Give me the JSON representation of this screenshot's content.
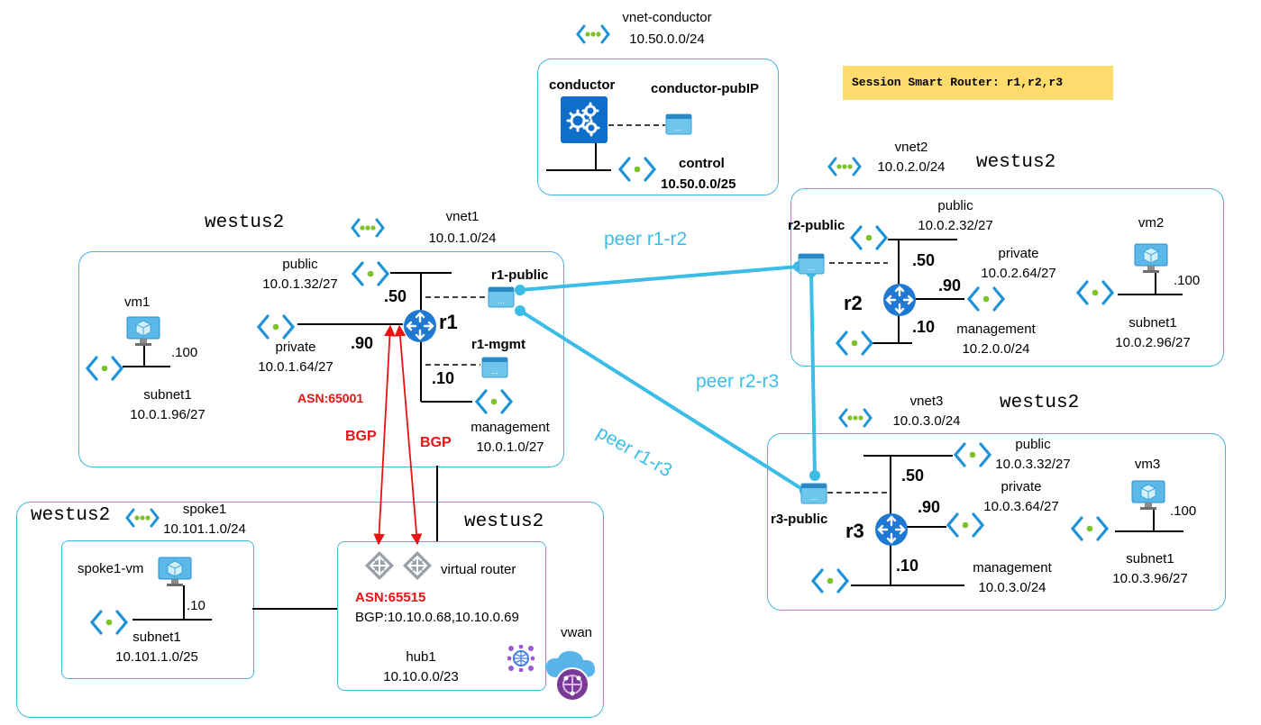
{
  "banner": "Session Smart Router: r1,r2,r3",
  "conductor": {
    "vnet_name": "vnet-conductor",
    "vnet_cidr": "10.50.0.0/24",
    "vm_label": "conductor",
    "pubip_label": "conductor-pubIP",
    "subnet_name": "control",
    "subnet_cidr": "10.50.0.0/25"
  },
  "region1": {
    "region": "westus2",
    "vnet_name": "vnet1",
    "vnet_cidr": "10.0.1.0/24",
    "vm_label": "vm1",
    "vm_ip": ".100",
    "subnet_name": "subnet1",
    "subnet_cidr": "10.0.1.96/27",
    "public_name": "public",
    "public_cidr": "10.0.1.32/27",
    "private_name": "private",
    "private_cidr": "10.0.1.64/27",
    "mgmt_name": "management",
    "mgmt_cidr": "10.0.1.0/27",
    "router_label": "r1",
    "pub_ip": ".50",
    "priv_ip": ".90",
    "mgmt_ip": ".10",
    "nic_public": "r1-public",
    "nic_mgmt": "r1-mgmt",
    "asn": "ASN:65001"
  },
  "region2": {
    "region": "westus2",
    "vnet_name": "vnet2",
    "vnet_cidr": "10.0.2.0/24",
    "nic_public": "r2-public",
    "public_name": "public",
    "public_cidr": "10.0.2.32/27",
    "private_name": "private",
    "private_cidr": "10.0.2.64/27",
    "mgmt_name": "management",
    "mgmt_cidr": "10.2.0.0/24",
    "router_label": "r2",
    "pub_ip": ".50",
    "priv_ip": ".90",
    "mgmt_ip": ".10",
    "vm_label": "vm2",
    "vm_ip": ".100",
    "subnet_name": "subnet1",
    "subnet_cidr": "10.0.2.96/27"
  },
  "region3": {
    "region": "westus2",
    "vnet_name": "vnet3",
    "vnet_cidr": "10.0.3.0/24",
    "nic_public": "r3-public",
    "public_name": "public",
    "public_cidr": "10.0.3.32/27",
    "private_name": "private",
    "private_cidr": "10.0.3.64/27",
    "mgmt_name": "management",
    "mgmt_cidr": "10.0.3.0/24",
    "router_label": "r3",
    "pub_ip": ".50",
    "priv_ip": ".90",
    "mgmt_ip": ".10",
    "vm_label": "vm3",
    "vm_ip": ".100",
    "subnet_name": "subnet1",
    "subnet_cidr": "10.0.3.96/27"
  },
  "peers": {
    "r1_r2": "peer r1-r2",
    "r2_r3": "peer r2-r3",
    "r1_r3": "peer r1-r3"
  },
  "bgp": {
    "left": "BGP",
    "right": "BGP"
  },
  "spoke": {
    "region": "westus2",
    "vnet_name": "spoke1",
    "vnet_cidr": "10.101.1.0/24",
    "vm_label": "spoke1-vm",
    "vm_ip": ".10",
    "subnet_name": "subnet1",
    "subnet_cidr": "10.101.1.0/25"
  },
  "hub": {
    "region": "westus2",
    "vr_label": "virtual router",
    "asn": "ASN:65515",
    "bgp_peers": "BGP:10.10.0.68,10.10.0.69",
    "hub_name": "hub1",
    "hub_cidr": "10.10.0.0/23",
    "vwan_label": "vwan"
  },
  "colors": {
    "peer": "#3cbde8",
    "bgp": "#ee1111",
    "frame": "#41b6e6",
    "banner": "#fddb6d",
    "router": "#1f78d1"
  }
}
